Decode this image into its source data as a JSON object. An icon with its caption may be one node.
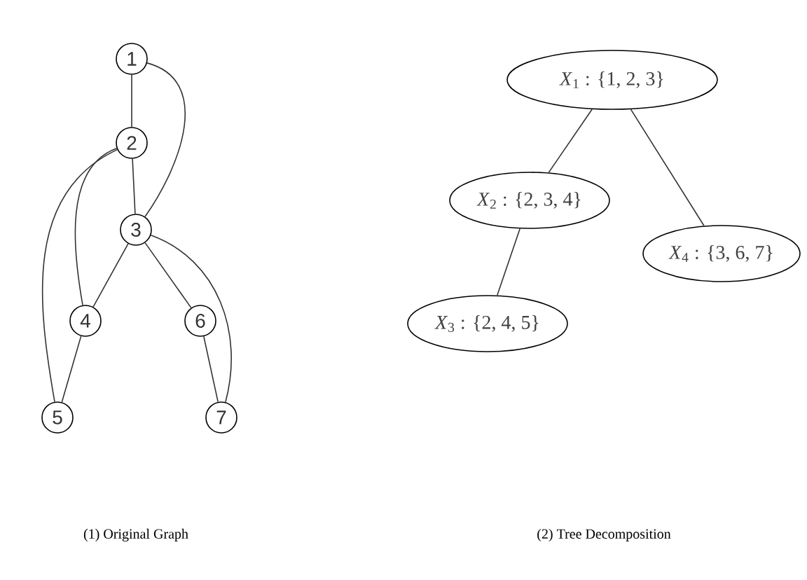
{
  "diagram": {
    "nodes": [
      {
        "text": [
          "1"
        ]
      },
      {
        "text": [
          "2"
        ]
      },
      {
        "text": [
          "3"
        ]
      },
      {
        "text": [
          "4"
        ]
      },
      {
        "text": [
          "5"
        ]
      },
      {
        "text": [
          "6"
        ]
      },
      {
        "text": [
          "7"
        ]
      },
      {
        "text": [
          "*X*$_{1}$ : {1, 2, 3}"
        ]
      },
      {
        "text": [
          "*X*$_{2}$ : {2, 3, 4}"
        ]
      },
      {
        "text": [
          "*X*$_{4}$ : {3, 6, 7}"
        ]
      },
      {
        "text": [
          "*X*$_{3}$ : {2, 4, 5}"
        ]
      }
    ],
    "edges": [
      {
        "from": 0,
        "to": 1,
        "arrow": "none"
      },
      {
        "from": 0,
        "to": 2,
        "arrow": "none"
      },
      {
        "from": 1,
        "to": 2,
        "arrow": "none"
      },
      {
        "from": 1,
        "to": 3,
        "arrow": "none"
      },
      {
        "from": 1,
        "to": 4,
        "arrow": "none"
      },
      {
        "from": 2,
        "to": 3,
        "arrow": "none"
      },
      {
        "from": 2,
        "to": 5,
        "arrow": "none"
      },
      {
        "from": 2,
        "to": 6,
        "arrow": "none"
      },
      {
        "from": 3,
        "to": 4,
        "arrow": "none"
      },
      {
        "from": 5,
        "to": 6,
        "arrow": "none"
      },
      {
        "from": 7,
        "to": 8,
        "arrow": "none"
      },
      {
        "from": 7,
        "to": 9,
        "arrow": "none"
      },
      {
        "from": 8,
        "to": 10,
        "arrow": "none"
      }
    ],
    "labels": [
      "(1) Original Graph",
      "(2) Tree Decomposition"
    ]
  }
}
